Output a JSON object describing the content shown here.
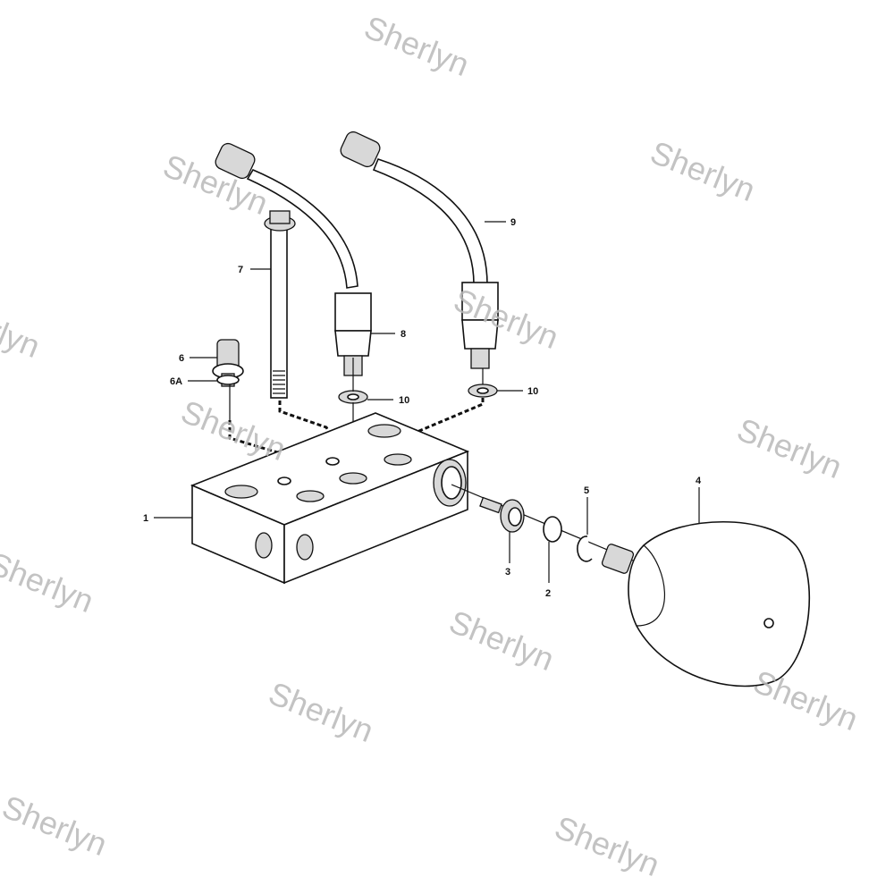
{
  "diagram": {
    "labels": {
      "block": "1",
      "o_ring": "2",
      "valve": "3",
      "accumulator": "4",
      "circlip": "5",
      "nipple": "6",
      "seal_6a": "6A",
      "bolt": "7",
      "pipe_fitting": "8",
      "pipe": "9",
      "washer_left": "10",
      "washer_right": "10"
    },
    "watermark": "Sherlyn"
  }
}
